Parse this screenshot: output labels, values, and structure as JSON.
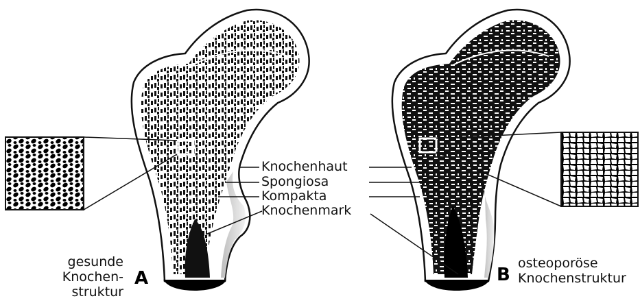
{
  "labels": {
    "periosteum": "Knochenhaut",
    "spongiosa": "Spongiosa",
    "compacta": "Kompakta",
    "marrow": "Knochenmark"
  },
  "panel_a": {
    "letter": "A",
    "caption_lines": [
      "gesunde",
      "Knochen-",
      "struktur"
    ]
  },
  "panel_b": {
    "letter": "B",
    "caption_lines": [
      "osteoporöse",
      "Knochenstruktur"
    ]
  }
}
